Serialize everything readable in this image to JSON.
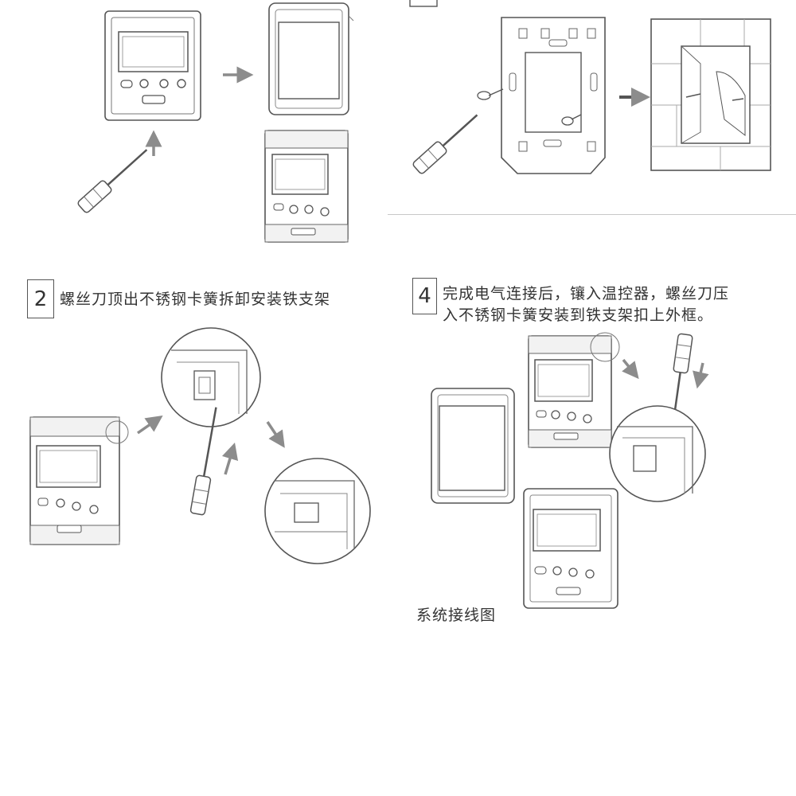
{
  "steps": [
    {
      "number": "",
      "lines": []
    },
    {
      "number": "2",
      "lines": [
        "螺丝刀顶出不锈钢卡簧拆卸安装铁支架"
      ]
    },
    {
      "number": "",
      "lines": []
    },
    {
      "number": "4",
      "lines": [
        "完成电气连接后，镶入温控器，螺丝刀压",
        "入不锈钢卡簧安装到铁支架扣上外框。"
      ]
    }
  ],
  "footer_label": "系统接线图",
  "colors": {
    "line": "#555555",
    "light": "#9a9a9a",
    "arrow": "#8c8c8c",
    "divider": "#c8c8c8",
    "background": "#ffffff"
  },
  "icons": [
    "screwdriver-icon",
    "arrow-icon",
    "thermostat-icon",
    "front-frame-icon",
    "mounting-bracket-icon",
    "wall-box-icon",
    "magnifier-detail-icon"
  ]
}
